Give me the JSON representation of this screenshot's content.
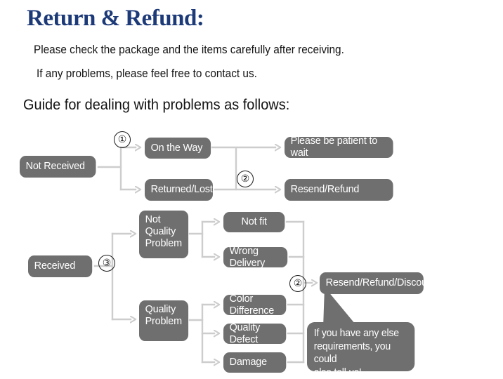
{
  "header": {
    "title": "Return & Refund:",
    "line1": "Please check the package and the items carefully after receiving.",
    "line2": "If any problems, please feel free to contact us.",
    "guide": "Guide for dealing with problems as follows:"
  },
  "colors": {
    "title": "#1d3a78",
    "node_fill": "#6f6f6f",
    "node_text": "#ffffff",
    "wire": "#c9c9c9",
    "background": "#ffffff",
    "body_text": "#141414"
  },
  "diagram": {
    "nodes": {
      "not_received": "Not Received",
      "on_the_way": "On the Way",
      "returned_lost": "Returned/Lost",
      "please_wait": "Please be patient to wait",
      "resend_refund": "Resend/Refund",
      "received": "Received",
      "not_quality_problem": "Not\nQuality\nProblem",
      "quality_problem": "Quality\nProblem",
      "not_fit": "Not fit",
      "wrong_delivery": "Wrong Delivery",
      "color_difference": "Color Difference",
      "quality_defect": "Quality Defect",
      "damage": "Damage",
      "resend_refund_discount": "Resend/Refund/Discount"
    },
    "markers": {
      "m1": "①",
      "m2_top": "②",
      "m3": "③",
      "m2_bottom": "②"
    },
    "callout": "If you have any else\nrequirements, you could\nalso tell us!"
  }
}
